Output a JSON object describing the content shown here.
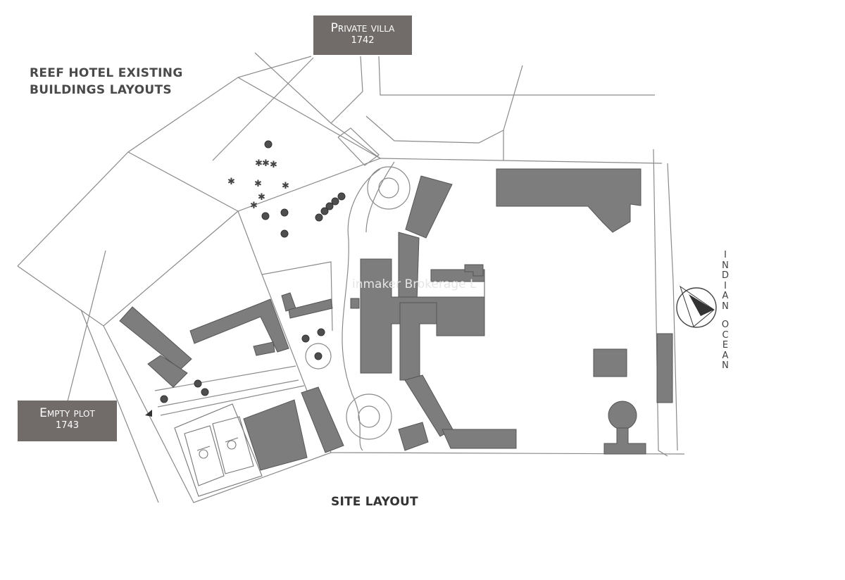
{
  "map": {
    "title_line1": "REEF HOTEL EXISTING",
    "title_line2": "BUILDINGS LAYOUTS",
    "caption": "SITE LAYOUT",
    "watermark": "inmaker Brokerage L",
    "ocean_line1": [
      "I",
      "N",
      "D",
      "I",
      "A",
      "N"
    ],
    "ocean_line2": [
      "O",
      "C",
      "E",
      "A",
      "N"
    ]
  },
  "labels": {
    "villa": {
      "name": "Private villa",
      "code": "1742"
    },
    "plot": {
      "name": "Empty plot",
      "code": "1743"
    }
  },
  "colors": {
    "building_fill": "#7d7d7d",
    "building_stroke": "#555555",
    "line": "#8a8a8a",
    "label_bg": "#716c6a"
  },
  "icons": {
    "compass": "compass-rose-icon",
    "trees": "tree-icon"
  }
}
